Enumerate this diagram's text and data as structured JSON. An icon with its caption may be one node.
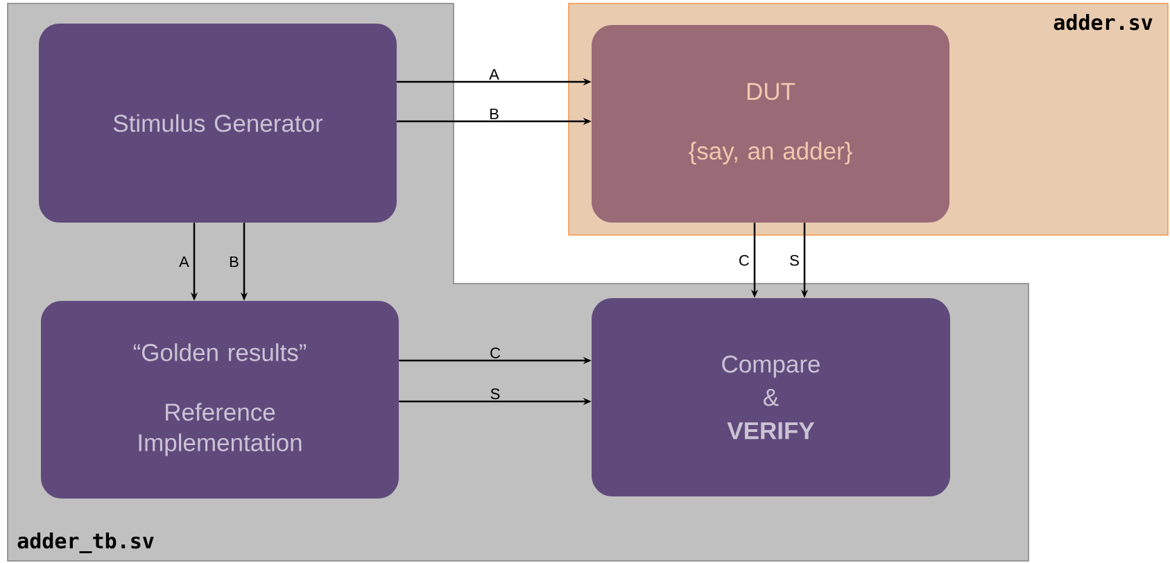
{
  "diagram": {
    "nodes": [
      {
        "text": [
          "adder_tb.sv"
        ]
      },
      {
        "text": [
          "adder.sv"
        ]
      },
      {
        "text": [
          "Stimulus Generator"
        ],
        "in": 0
      },
      {
        "text": [
          "DUT",
          "{say, an adder}"
        ],
        "in": 1
      },
      {
        "text": [
          "“Golden results”",
          "Reference Implementation"
        ],
        "in": 0
      },
      {
        "text": [
          "Compare",
          "&",
          "VERIFY"
        ],
        "in": 0
      }
    ],
    "edges": [
      {
        "from": 2,
        "to": 3,
        "arrow": "to",
        "label": "A"
      },
      {
        "from": 2,
        "to": 3,
        "arrow": "to",
        "label": "B"
      },
      {
        "from": 2,
        "to": 4,
        "arrow": "to",
        "label": "A"
      },
      {
        "from": 2,
        "to": 4,
        "arrow": "to",
        "label": "B"
      },
      {
        "from": 3,
        "to": 5,
        "arrow": "to",
        "label": "C"
      },
      {
        "from": 3,
        "to": 5,
        "arrow": "to",
        "label": "S"
      },
      {
        "from": 4,
        "to": 5,
        "arrow": "to",
        "label": "C"
      },
      {
        "from": 4,
        "to": 5,
        "arrow": "to",
        "label": "S"
      }
    ]
  }
}
